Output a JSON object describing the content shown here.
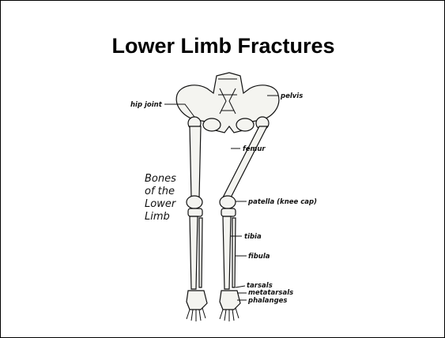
{
  "slide": {
    "title": "Lower Limb Fractures"
  },
  "diagram": {
    "side_caption": [
      "Bones",
      "of the",
      "Lower",
      "Limb"
    ],
    "labels": {
      "hip_joint": "hip joint",
      "pelvis": "pelvis",
      "femur": "femur",
      "patella": "patella (knee cap)",
      "tibia": "tibia",
      "fibula": "fibula",
      "tarsals": "tarsals",
      "metatarsals": "metatarsals",
      "phalanges": "phalanges"
    }
  }
}
